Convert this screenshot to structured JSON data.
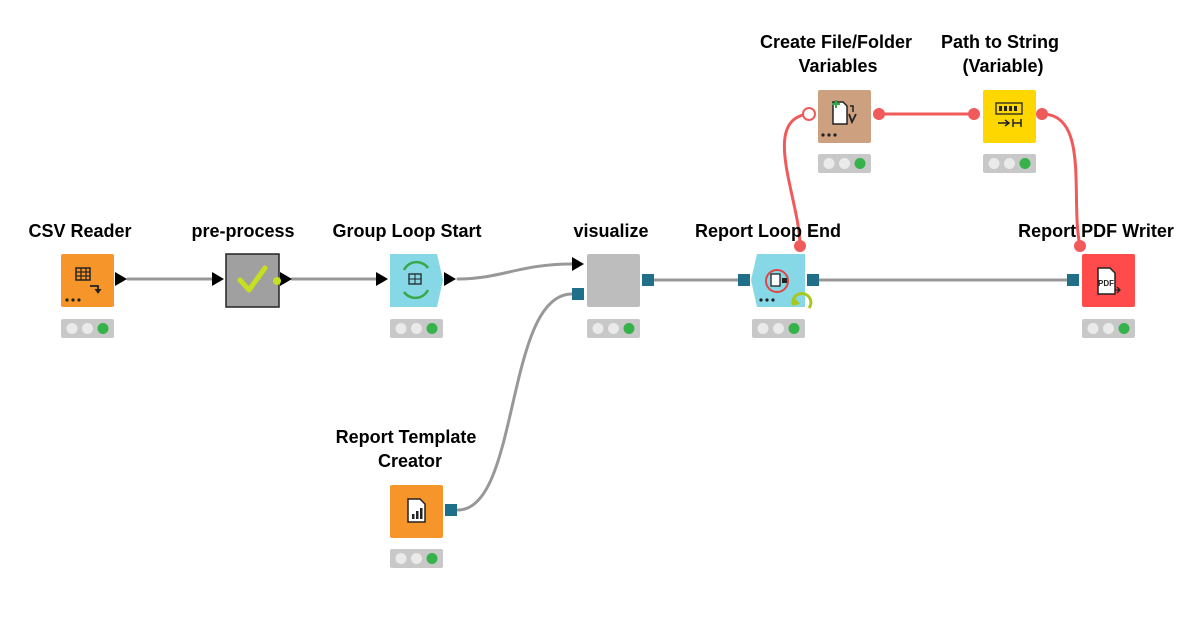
{
  "colors": {
    "reader": "#F6962A",
    "manipulator": "#F6962A",
    "metanode": "#A0A0A0",
    "loop": "#86D8E6",
    "visualizer": "#BDBDBD",
    "variable": "#CDA07F",
    "converter": "#FFD700",
    "writer": "#FF4B4B",
    "data_connection": "#989898",
    "variable_connection": "#F05A5A",
    "table_port": "#000000",
    "image_port": "#1F6E8A",
    "status_green": "#35B34A",
    "status_off": "#E8E8E8"
  },
  "nodes": {
    "csv_reader": {
      "label": "CSV Reader",
      "icon": "table-arrow-icon",
      "status": "green"
    },
    "pre_process": {
      "label": "pre-process",
      "icon": "checkmark-icon",
      "status": "none"
    },
    "group_loop_start": {
      "label": "Group Loop Start",
      "icon": "loop-table-icon",
      "status": "green"
    },
    "visualize": {
      "label": "visualize",
      "icon": "none",
      "status": "green"
    },
    "report_loop_end": {
      "label": "Report Loop End",
      "icon": "report-loop-icon",
      "status": "green"
    },
    "report_template_creator": {
      "label_line1": "Report Template",
      "label_line2": "Creator",
      "icon": "report-document-icon",
      "status": "green"
    },
    "create_file_folder_variables": {
      "label_line1": "Create File/Folder",
      "label_line2": "Variables",
      "icon": "file-variable-icon",
      "status": "green"
    },
    "path_to_string": {
      "label_line1": "Path to String",
      "label_line2": "(Variable)",
      "icon": "path-string-icon",
      "status": "green"
    },
    "report_pdf_writer": {
      "label": "Report PDF Writer",
      "icon": "pdf-document-icon",
      "status": "green"
    }
  }
}
